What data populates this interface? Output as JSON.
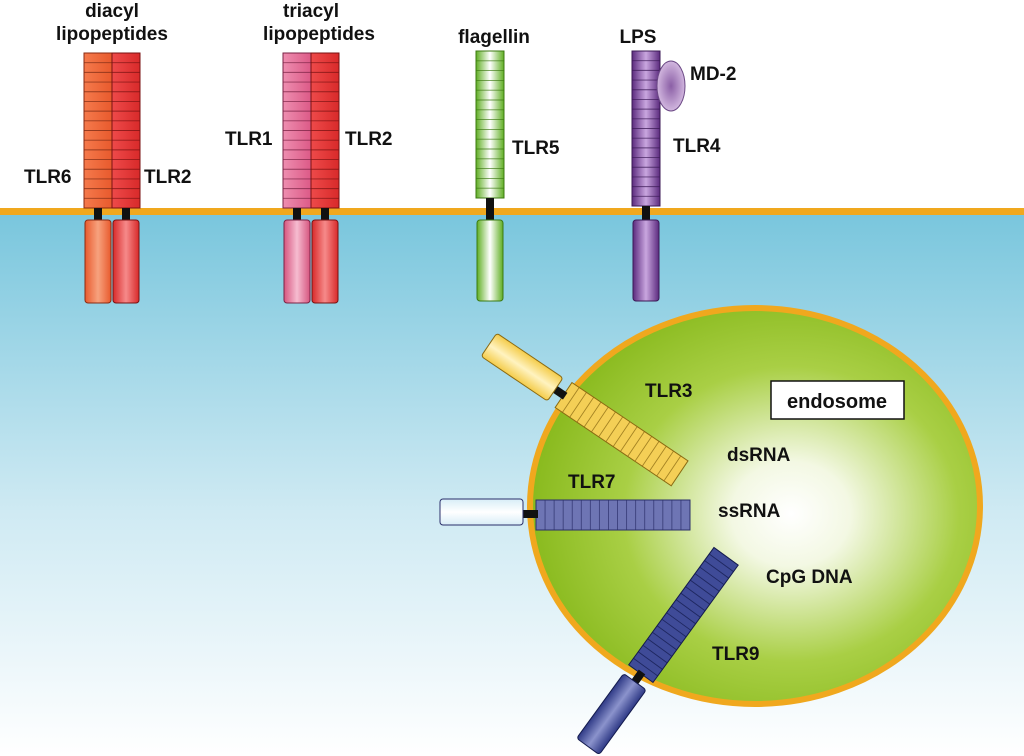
{
  "labels": {
    "diacyl": "diacyl",
    "lipopeptides_1": "lipopeptides",
    "triacyl": "triacyl",
    "lipopeptides_2": "lipopeptides",
    "flagellin": "flagellin",
    "lps": "LPS",
    "md2": "MD-2",
    "tlr6": "TLR6",
    "tlr2_a": "TLR2",
    "tlr1": "TLR1",
    "tlr2_b": "TLR2",
    "tlr5": "TLR5",
    "tlr4": "TLR4",
    "tlr3": "TLR3",
    "endosome": "endosome",
    "dsrna": "dsRNA",
    "tlr7": "TLR7",
    "ssrna": "ssRNA",
    "cpg": "CpG DNA",
    "tlr9": "TLR9"
  },
  "colors": {
    "membrane": "#f0a81e",
    "cytoplasm_top": "#7fcadf",
    "endosome_fill": "#8dbd1f",
    "tlr6": "#f26a3c",
    "tlr2": "#e83a3a",
    "tlr1": "#e56e97",
    "tlr5": "#7dbf3c",
    "tlr4": "#7b4a9b",
    "md2": "#b893c9",
    "tlr3": "#f4cf56",
    "tlr7": "#6e75b4",
    "tlr9": "#3f4b98"
  }
}
